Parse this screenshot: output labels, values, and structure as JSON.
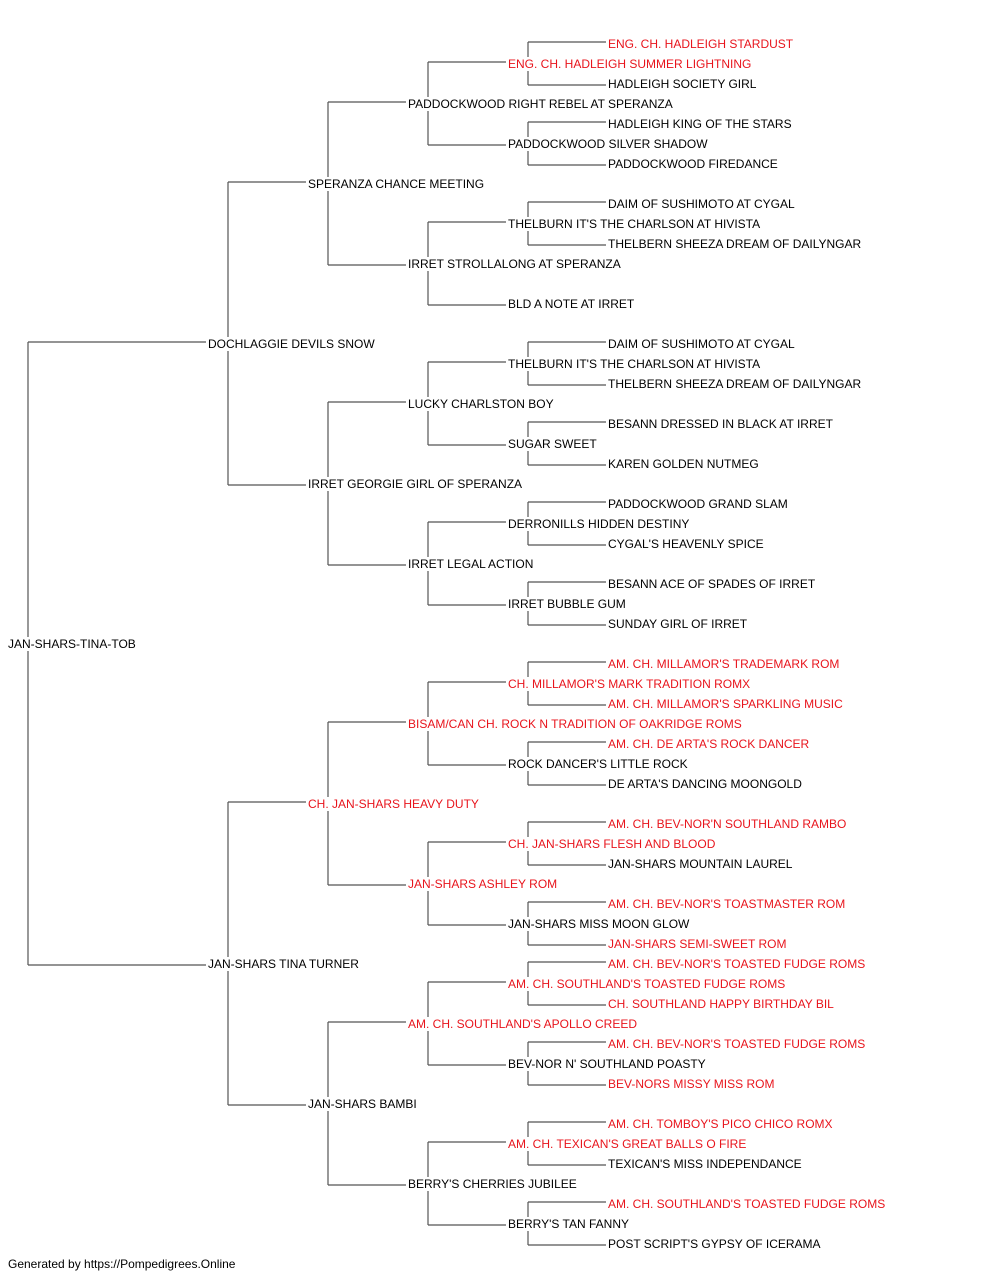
{
  "colors": {
    "champion": "#e8141c",
    "normal": "#000000",
    "lines": "#555555"
  },
  "footer": "Generated by https://Pompedigrees.Online",
  "pedigree": {
    "name": "JAN-SHARS-TINA-TOB",
    "ch": false,
    "sire": {
      "name": "DOCHLAGGIE DEVILS SNOW",
      "ch": false,
      "sire": {
        "name": "SPERANZA CHANCE MEETING",
        "ch": false,
        "sire": {
          "name": "PADDOCKWOOD RIGHT REBEL AT SPERANZA",
          "ch": false,
          "sire": {
            "name": "ENG. CH. HADLEIGH SUMMER LIGHTNING",
            "ch": true,
            "sire": {
              "name": "ENG. CH. HADLEIGH STARDUST",
              "ch": true
            },
            "dam": {
              "name": "HADLEIGH SOCIETY GIRL",
              "ch": false
            }
          },
          "dam": {
            "name": "PADDOCKWOOD SILVER SHADOW",
            "ch": false,
            "sire": {
              "name": "HADLEIGH KING OF THE STARS",
              "ch": false
            },
            "dam": {
              "name": "PADDOCKWOOD FIREDANCE",
              "ch": false
            }
          }
        },
        "dam": {
          "name": "IRRET STROLLALONG AT SPERANZA",
          "ch": false,
          "sire": {
            "name": "THELBURN IT'S THE CHARLSON AT HIVISTA",
            "ch": false,
            "sire": {
              "name": "DAIM OF SUSHIMOTO AT CYGAL",
              "ch": false
            },
            "dam": {
              "name": "THELBERN SHEEZA DREAM OF DAILYNGAR",
              "ch": false
            }
          },
          "dam": {
            "name": "BLD A NOTE AT IRRET",
            "ch": false
          }
        }
      },
      "dam": {
        "name": "IRRET GEORGIE GIRL OF SPERANZA",
        "ch": false,
        "sire": {
          "name": "LUCKY CHARLSTON BOY",
          "ch": false,
          "sire": {
            "name": "THELBURN IT'S THE CHARLSON AT HIVISTA",
            "ch": false,
            "sire": {
              "name": "DAIM OF SUSHIMOTO AT CYGAL",
              "ch": false
            },
            "dam": {
              "name": "THELBERN SHEEZA DREAM OF DAILYNGAR",
              "ch": false
            }
          },
          "dam": {
            "name": "SUGAR SWEET",
            "ch": false,
            "sire": {
              "name": "BESANN DRESSED IN BLACK AT IRRET",
              "ch": false
            },
            "dam": {
              "name": "KAREN GOLDEN NUTMEG",
              "ch": false
            }
          }
        },
        "dam": {
          "name": "IRRET LEGAL ACTION",
          "ch": false,
          "sire": {
            "name": "DERRONILLS HIDDEN DESTINY",
            "ch": false,
            "sire": {
              "name": "PADDOCKWOOD GRAND SLAM",
              "ch": false
            },
            "dam": {
              "name": "CYGAL'S HEAVENLY SPICE",
              "ch": false
            }
          },
          "dam": {
            "name": "IRRET BUBBLE GUM",
            "ch": false,
            "sire": {
              "name": "BESANN ACE OF SPADES OF IRRET",
              "ch": false
            },
            "dam": {
              "name": "SUNDAY GIRL OF IRRET",
              "ch": false
            }
          }
        }
      }
    },
    "dam": {
      "name": "JAN-SHARS TINA TURNER",
      "ch": false,
      "sire": {
        "name": "CH. JAN-SHARS HEAVY DUTY",
        "ch": true,
        "sire": {
          "name": "BISAM/CAN CH. ROCK N TRADITION OF OAKRIDGE ROMS",
          "ch": true,
          "sire": {
            "name": "CH. MILLAMOR'S MARK TRADITION ROMX",
            "ch": true,
            "sire": {
              "name": "AM. CH. MILLAMOR'S TRADEMARK ROM",
              "ch": true
            },
            "dam": {
              "name": "AM. CH. MILLAMOR'S SPARKLING MUSIC",
              "ch": true
            }
          },
          "dam": {
            "name": "ROCK DANCER'S LITTLE ROCK",
            "ch": false,
            "sire": {
              "name": "AM. CH. DE ARTA'S ROCK DANCER",
              "ch": true
            },
            "dam": {
              "name": "DE ARTA'S DANCING MOONGOLD",
              "ch": false
            }
          }
        },
        "dam": {
          "name": "JAN-SHARS ASHLEY ROM",
          "ch": true,
          "sire": {
            "name": "CH. JAN-SHARS FLESH AND BLOOD",
            "ch": true,
            "sire": {
              "name": "AM. CH. BEV-NOR'N SOUTHLAND RAMBO",
              "ch": true
            },
            "dam": {
              "name": "JAN-SHARS MOUNTAIN LAUREL",
              "ch": false
            }
          },
          "dam": {
            "name": "JAN-SHARS MISS MOON GLOW",
            "ch": false,
            "sire": {
              "name": "AM. CH. BEV-NOR'S TOASTMASTER ROM",
              "ch": true
            },
            "dam": {
              "name": "JAN-SHARS SEMI-SWEET ROM",
              "ch": true
            }
          }
        }
      },
      "dam": {
        "name": "JAN-SHARS BAMBI",
        "ch": false,
        "sire": {
          "name": "AM. CH. SOUTHLAND'S APOLLO CREED",
          "ch": true,
          "sire": {
            "name": "AM. CH. SOUTHLAND'S TOASTED FUDGE ROMS",
            "ch": true,
            "sire": {
              "name": "AM. CH. BEV-NOR'S TOASTED FUDGE ROMS",
              "ch": true
            },
            "dam": {
              "name": "CH. SOUTHLAND HAPPY BIRTHDAY BIL",
              "ch": true
            }
          },
          "dam": {
            "name": "BEV-NOR N' SOUTHLAND POASTY",
            "ch": false,
            "sire": {
              "name": "AM. CH. BEV-NOR'S TOASTED FUDGE ROMS",
              "ch": true
            },
            "dam": {
              "name": "BEV-NORS MISSY MISS ROM",
              "ch": true
            }
          }
        },
        "dam": {
          "name": "BERRY'S CHERRIES JUBILEE",
          "ch": false,
          "sire": {
            "name": "AM. CH. TEXICAN'S GREAT BALLS O FIRE",
            "ch": true,
            "sire": {
              "name": "AM. CH. TOMBOY'S PICO CHICO ROMX",
              "ch": true
            },
            "dam": {
              "name": "TEXICAN'S MISS INDEPENDANCE",
              "ch": false
            }
          },
          "dam": {
            "name": "BERRY'S TAN FANNY",
            "ch": false,
            "sire": {
              "name": "AM. CH. SOUTHLAND'S TOASTED FUDGE ROMS",
              "ch": true
            },
            "dam": {
              "name": "POST SCRIPT'S GYPSY OF ICERAMA",
              "ch": false
            }
          }
        }
      }
    }
  }
}
